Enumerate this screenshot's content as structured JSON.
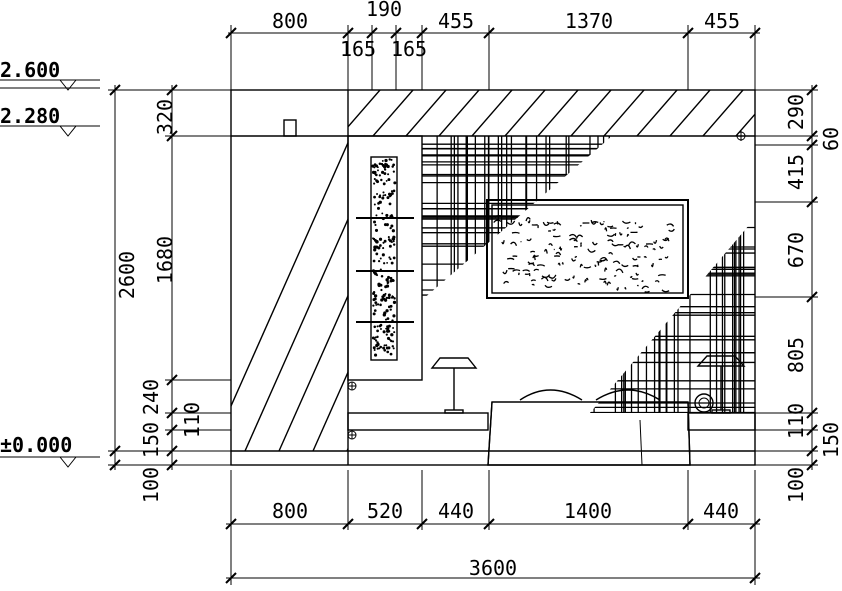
{
  "levels": [
    {
      "label": "2.600"
    },
    {
      "label": "2.280"
    },
    {
      "label": "±0.000"
    }
  ],
  "top_dims": {
    "row1": [
      "800",
      "190",
      "455",
      "1370",
      "455"
    ],
    "row2": [
      "165",
      "165"
    ]
  },
  "bottom_dims": {
    "row1": [
      "800",
      "520",
      "440",
      "1400",
      "440"
    ],
    "total": "3600"
  },
  "left_dims": {
    "overall": "2600",
    "base": "100",
    "inner": [
      "320",
      "1680",
      "240",
      "110",
      "150"
    ]
  },
  "right_dims": {
    "row": [
      "290",
      "60",
      "415",
      "670",
      "805",
      "110",
      "150"
    ],
    "base": "100"
  }
}
